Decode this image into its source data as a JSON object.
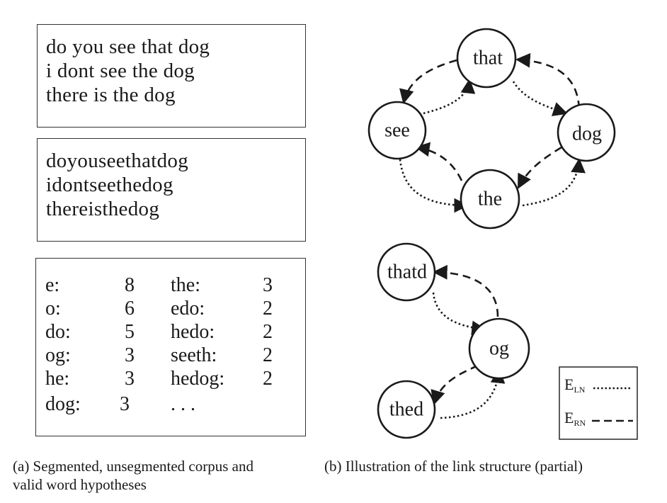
{
  "panel_a": {
    "segmented_corpus": [
      "do you see that dog",
      "i dont see the dog",
      "there is the dog"
    ],
    "unsegmented_corpus": [
      "doyouseethatdog",
      "idontseethedog",
      "thereisthedog"
    ],
    "hypotheses_left": [
      {
        "word": "e:",
        "count": "8"
      },
      {
        "word": "o:",
        "count": "6"
      },
      {
        "word": "do:",
        "count": "5"
      },
      {
        "word": "og:",
        "count": "3"
      },
      {
        "word": "he:",
        "count": "3"
      },
      {
        "word": "dog:",
        "count": "3"
      }
    ],
    "hypotheses_right": [
      {
        "word": "the:",
        "count": "3"
      },
      {
        "word": "edo:",
        "count": "2"
      },
      {
        "word": "hedo:",
        "count": "2"
      },
      {
        "word": "seeth:",
        "count": "2"
      },
      {
        "word": "hedog:",
        "count": "2"
      },
      {
        "word": ". . .",
        "count": ""
      }
    ]
  },
  "panel_b": {
    "nodes": {
      "that": "that",
      "see": "see",
      "dog": "dog",
      "the": "the",
      "thatd": "thatd",
      "og": "og",
      "thed": "thed"
    },
    "legend": {
      "ln_main": "E",
      "ln_sub": "LN",
      "rn_main": "E",
      "rn_sub": "RN"
    }
  },
  "captions": {
    "a_line1": "(a) Segmented, unsegmented corpus and",
    "a_line2": "valid word hypotheses",
    "b_line1": "(b) Illustration of the link structure (partial)"
  }
}
